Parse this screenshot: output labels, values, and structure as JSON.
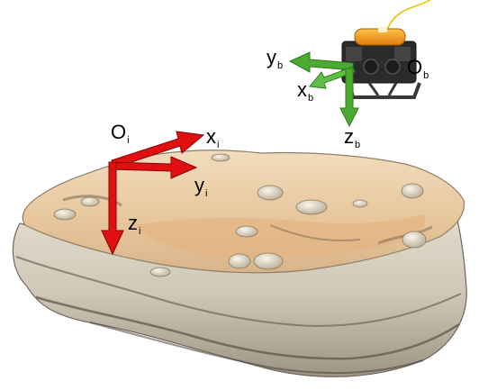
{
  "inertial_frame": {
    "origin": {
      "main": "O",
      "sub": "i"
    },
    "x_axis": {
      "main": "x",
      "sub": "i"
    },
    "y_axis": {
      "main": "y",
      "sub": "i"
    },
    "z_axis": {
      "main": "z",
      "sub": "i"
    },
    "color": "#e01010"
  },
  "body_frame": {
    "origin": {
      "main": "O",
      "sub": "b"
    },
    "x_axis": {
      "main": "x",
      "sub": "b"
    },
    "y_axis": {
      "main": "y",
      "sub": "b"
    },
    "z_axis": {
      "main": "z",
      "sub": "b"
    },
    "color": "#4caa32"
  },
  "colors": {
    "rock_top": "#e6c59c",
    "rock_side": "#d8d2c4",
    "rock_dark": "#8c8477",
    "vehicle_body": "#2b2b2b",
    "vehicle_float": "#f39a1b"
  }
}
